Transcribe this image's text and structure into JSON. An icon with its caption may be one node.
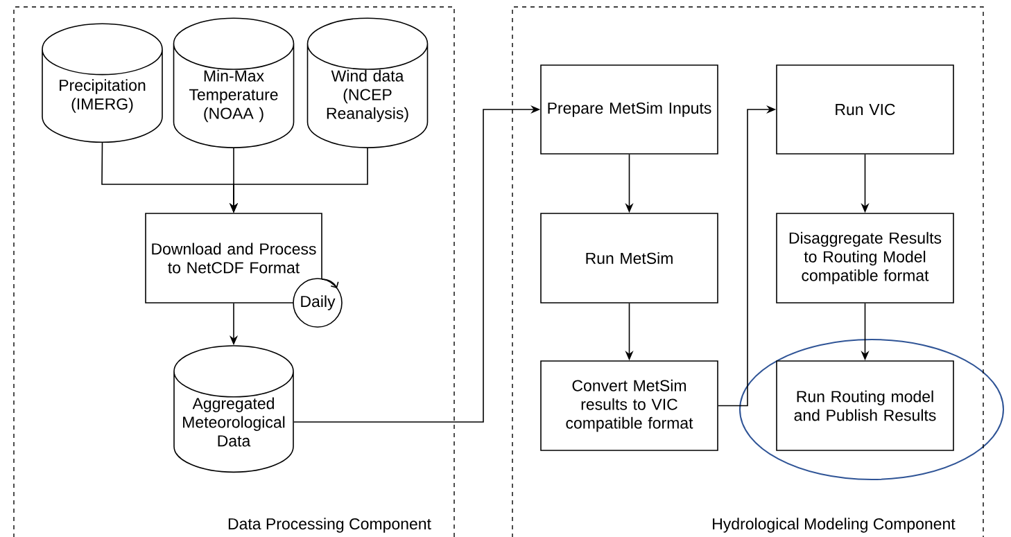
{
  "diagram": {
    "nodes": [
      {
        "text": [
          "Data Processing Component"
        ]
      },
      {
        "text": [
          "Precipitation (IMERG)"
        ],
        "in": 0
      },
      {
        "text": [
          "Min-Max Temperature (NOAA )"
        ],
        "in": 0
      },
      {
        "text": [
          "Wind data (NCEP Reanalysis)"
        ],
        "in": 0
      },
      {
        "text": [
          "Download and Process to NetCDF Format"
        ],
        "in": 0
      },
      {
        "text": [
          "Daily"
        ],
        "in": 0
      },
      {
        "text": [
          "Aggregated Meteorological Data"
        ],
        "in": 0
      },
      {
        "text": [
          "Hydrological Modeling Component"
        ]
      },
      {
        "text": [
          "Prepare MetSim Inputs"
        ],
        "in": 7
      },
      {
        "text": [
          "Run MetSim"
        ],
        "in": 7
      },
      {
        "text": [
          "Convert MetSim results to VIC compatible format"
        ],
        "in": 7
      },
      {
        "text": [
          "Run VIC"
        ],
        "in": 7
      },
      {
        "text": [
          "Disaggregate Results to Routing Model compatible format"
        ],
        "in": 7
      },
      {
        "text": [
          "Run Routing model and Publish Results"
        ],
        "in": 7
      }
    ],
    "edges": [
      {
        "from": 1,
        "to": 4,
        "arrow": "to"
      },
      {
        "from": 2,
        "to": 4,
        "arrow": "to"
      },
      {
        "from": 3,
        "to": 4,
        "arrow": "to"
      },
      {
        "from": 4,
        "to": 6,
        "arrow": "to"
      },
      {
        "from": 6,
        "to": 8,
        "arrow": "to"
      },
      {
        "from": 8,
        "to": 9,
        "arrow": "to"
      },
      {
        "from": 9,
        "to": 10,
        "arrow": "to"
      },
      {
        "from": 10,
        "to": 11,
        "arrow": "to"
      },
      {
        "from": 11,
        "to": 12,
        "arrow": "to"
      },
      {
        "from": 12,
        "to": 13,
        "arrow": "to"
      }
    ]
  }
}
